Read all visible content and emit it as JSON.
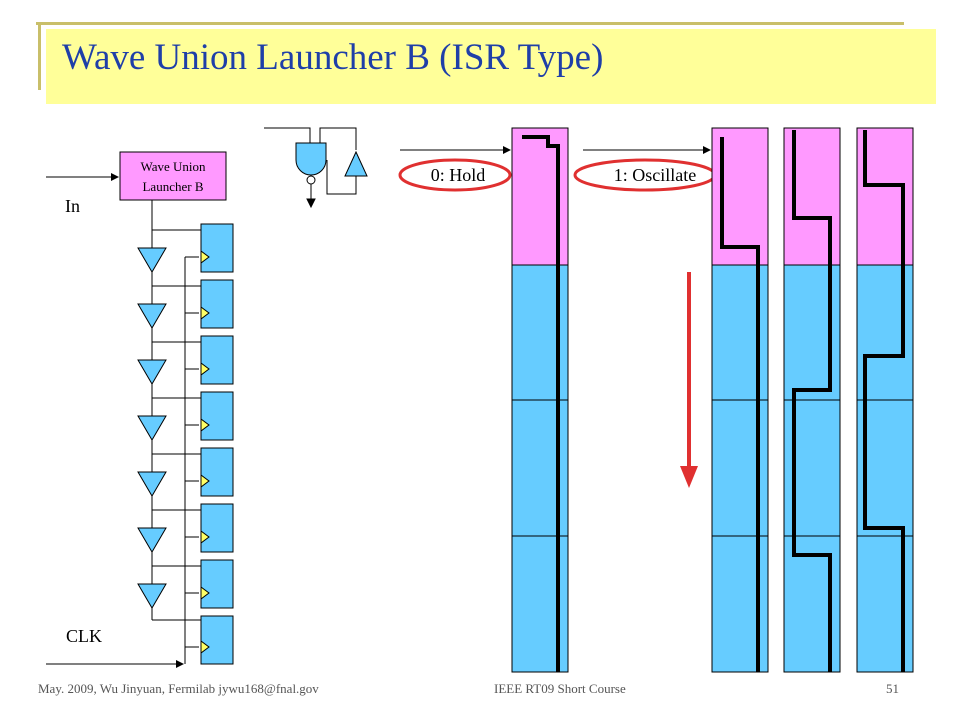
{
  "title": "Wave Union Launcher B (ISR Type)",
  "diagram": {
    "block_label_line1": "Wave Union",
    "block_label_line2": "Launcher B",
    "in_label": "In",
    "clk_label": "CLK",
    "hold_label": "0: Hold",
    "oscillate_label": "1: Oscillate"
  },
  "colors": {
    "title_bg": "#ffff99",
    "title_text": "#1f3fa8",
    "launcher_fill": "#ff99ff",
    "delay_fill": "#66ccff",
    "highlight_ring": "#e03030",
    "arrow": "#e03030"
  },
  "footer": {
    "left": "May. 2009, Wu Jinyuan, Fermilab jywu168@fnal.gov",
    "center": "IEEE RT09 Short Course",
    "page": "51"
  }
}
